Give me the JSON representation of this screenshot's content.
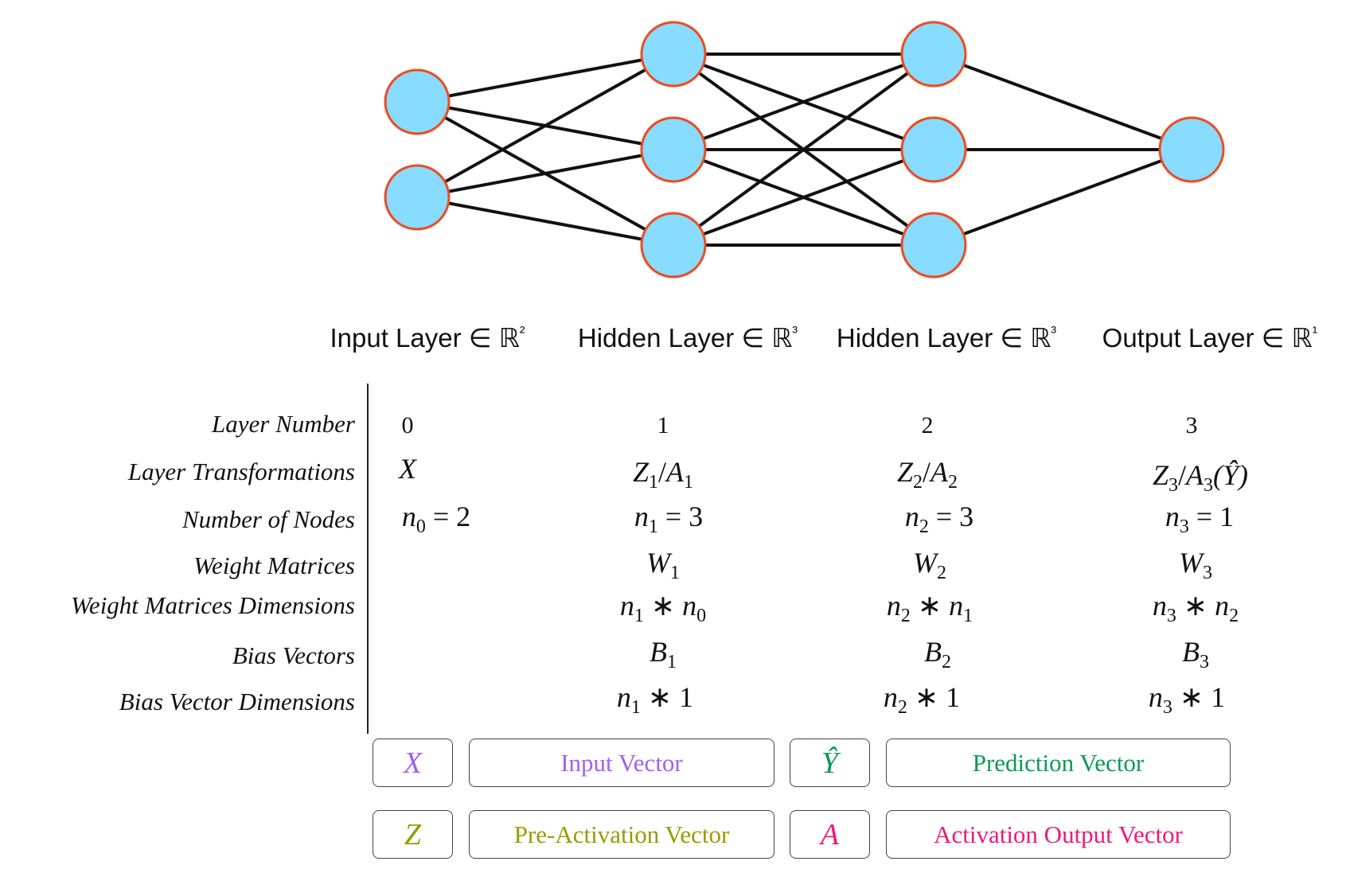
{
  "layers": [
    {
      "title": "Input Layer",
      "set": "∈ ℝ",
      "dim": "²",
      "nodes": 2,
      "number": "0",
      "transform": "X",
      "nodes_lhs": "n",
      "nodes_sub": "0",
      "nodes_rhs": "= 2"
    },
    {
      "title": "Hidden Layer",
      "set": "∈ ℝ",
      "dim": "³",
      "nodes": 3,
      "number": "1",
      "transform_a": "Z",
      "transform_a_sub": "1",
      "transform_b": "A",
      "transform_b_sub": "1",
      "nodes_lhs": "n",
      "nodes_sub": "1",
      "nodes_rhs": "= 3",
      "weight": "W",
      "weight_sub": "1",
      "wdim_a": "n",
      "wdim_a_sub": "1",
      "wdim_b": "n",
      "wdim_b_sub": "0",
      "bias": "B",
      "bias_sub": "1",
      "bdim": "n",
      "bdim_sub": "1",
      "bdim_rhs": "∗ 1"
    },
    {
      "title": "Hidden Layer",
      "set": "∈ ℝ",
      "dim": "³",
      "nodes": 3,
      "number": "2",
      "transform_a": "Z",
      "transform_a_sub": "2",
      "transform_b": "A",
      "transform_b_sub": "2",
      "nodes_lhs": "n",
      "nodes_sub": "2",
      "nodes_rhs": "= 3",
      "weight": "W",
      "weight_sub": "2",
      "wdim_a": "n",
      "wdim_a_sub": "2",
      "wdim_b": "n",
      "wdim_b_sub": "1",
      "bias": "B",
      "bias_sub": "2",
      "bdim": "n",
      "bdim_sub": "2",
      "bdim_rhs": "∗ 1"
    },
    {
      "title": "Output Layer",
      "set": "∈ ℝ",
      "dim": "¹",
      "nodes": 1,
      "number": "3",
      "transform_a": "Z",
      "transform_a_sub": "3",
      "transform_b": "A",
      "transform_b_sub": "3",
      "transform_extra": "(Ŷ)",
      "nodes_lhs": "n",
      "nodes_sub": "3",
      "nodes_rhs": "= 1",
      "weight": "W",
      "weight_sub": "3",
      "wdim_a": "n",
      "wdim_a_sub": "3",
      "wdim_b": "n",
      "wdim_b_sub": "2",
      "bias": "B",
      "bias_sub": "3",
      "bdim": "n",
      "bdim_sub": "3",
      "bdim_rhs": "∗ 1"
    }
  ],
  "row_labels": {
    "layer_number": "Layer Number",
    "layer_transformations": "Layer Transformations",
    "number_of_nodes": "Number of Nodes",
    "weight_matrices": "Weight Matrices",
    "weight_matrices_dimensions": "Weight Matrices Dimensions",
    "bias_vectors": "Bias Vectors",
    "bias_vector_dimensions": "Bias Vector Dimensions"
  },
  "operators": {
    "slash": "/",
    "times": "∗"
  },
  "legend": [
    {
      "symbol": "X",
      "label": "Input Vector",
      "color": "#a060f0"
    },
    {
      "symbol": "Ŷ",
      "label": "Prediction Vector",
      "color": "#0a9a55"
    },
    {
      "symbol": "Z",
      "label": "Pre-Activation Vector",
      "color": "#9a9a00"
    },
    {
      "symbol": "A",
      "label": "Activation Output Vector",
      "color": "#f0187a"
    }
  ],
  "colors": {
    "node_fill": "#87dcff",
    "node_stroke": "#f04a22",
    "edge": "#111111"
  }
}
